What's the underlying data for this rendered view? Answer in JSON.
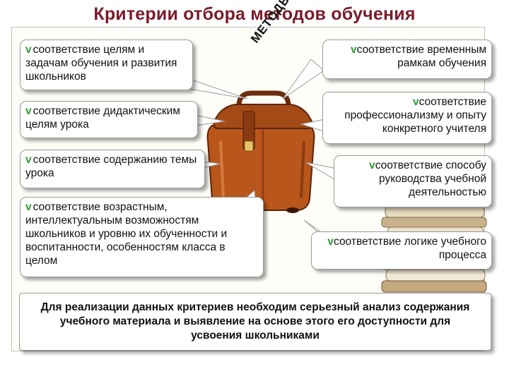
{
  "title": "Критерии отбора методов обучения",
  "methods_label": "МЕТОДЫ",
  "bullet_glyph": "v",
  "criteria_left": [
    "соответствие целям и задачам обучения и развития школьников",
    "соответствие дидактическим целям урока",
    "соответствие содержанию темы урока",
    "соответствие возрастным, интеллектуальным возможностям школьников и уровню их обученности и воспитанности, особенностям класса в целом"
  ],
  "criteria_right": [
    "соответствие временным рамкам обучения",
    "соответствие профессионализму и опыту конкретного учителя",
    "соответствие способу руководства учебной деятельностью",
    "соответствие логике учебного процесса"
  ],
  "conclusion": "Для реализации данных критериев необходим серьезный анализ содержания учебного материала и выявление на основе этого его доступности для усвоения школьниками",
  "colors": {
    "title": "#7a1b2b",
    "bullet": "#339933",
    "briefcase": "#b8561c",
    "books": "#d9c8a4"
  }
}
